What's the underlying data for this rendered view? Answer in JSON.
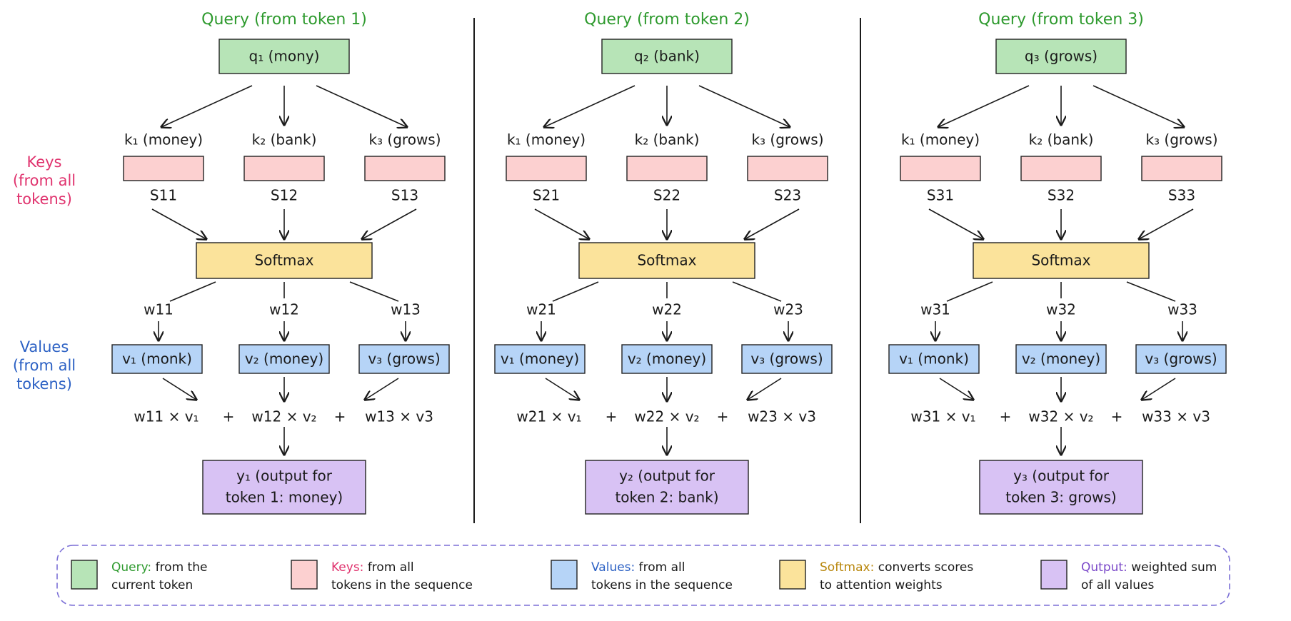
{
  "colors": {
    "query": "#b7e4b7",
    "key": "#fcd0d0",
    "softmax": "#fbe39b",
    "value": "#b6d4f7",
    "output": "#d8c2f4",
    "query_text": "#2e9a2e",
    "key_text": "#e0336e",
    "value_text": "#2c61c4",
    "softmax_text": "#b8860b",
    "output_text": "#7b49c9",
    "legend_border": "#7b6fd6"
  },
  "side_labels": {
    "keys": [
      "Keys",
      "(from all",
      "tokens)"
    ],
    "values": [
      "Values",
      "(from all",
      "tokens)"
    ]
  },
  "panels": [
    {
      "title": "Query (from token 1)",
      "query": "q₁ (mony)",
      "keys": [
        "k₁ (money)",
        "k₂ (bank)",
        "k₃ (grows)"
      ],
      "scores": [
        "S11",
        "S12",
        "S13"
      ],
      "softmax": "Softmax",
      "weights": [
        "w11",
        "w12",
        "w13"
      ],
      "values": [
        "v₁ (monk)",
        "v₂ (money)",
        "v₃ (grows)"
      ],
      "sum_terms": [
        "w11  ×  v₁",
        "+",
        "w12 × v₂",
        "+",
        "w13  ×  v3"
      ],
      "output": [
        "y₁ (output for",
        "token 1: money)"
      ]
    },
    {
      "title": "Query (from token 2)",
      "query": "q₂ (bank)",
      "keys": [
        "k₁ (money)",
        "k₂ (bank)",
        "k₃ (grows)"
      ],
      "scores": [
        "S21",
        "S22",
        "S23"
      ],
      "softmax": "Softmax",
      "weights": [
        "w21",
        "w22",
        "w23"
      ],
      "values": [
        "v₁ (money)",
        "v₂ (money)",
        "v₃ (grows)"
      ],
      "sum_terms": [
        "w21  ×  v₁",
        "+",
        "w22 × v₂",
        "+",
        "w23  ×  v3"
      ],
      "output": [
        "y₂ (output for",
        "token 2: bank)"
      ]
    },
    {
      "title": "Query (from token 3)",
      "query": "q₃ (grows)",
      "keys": [
        "k₁ (money)",
        "k₂ (bank)",
        "k₃ (grows)"
      ],
      "scores": [
        "S31",
        "S32",
        "S33"
      ],
      "softmax": "Softmax",
      "weights": [
        "w31",
        "w32",
        "w33"
      ],
      "values": [
        "v₁ (monk)",
        "v₂ (money)",
        "v₃ (grows)"
      ],
      "sum_terms": [
        "w31  ×  v₁",
        "+",
        "w32 × v₂",
        "+",
        "w33  ×  v3"
      ],
      "output": [
        "y₃ (output for",
        "token 3: grows)"
      ]
    }
  ],
  "legend": [
    {
      "name": "Query:",
      "desc": [
        "from the",
        "current token"
      ],
      "color_key": "query",
      "text_key": "query_text"
    },
    {
      "name": "Keys:",
      "desc": [
        "from all",
        "tokens in the sequence"
      ],
      "color_key": "key",
      "text_key": "key_text"
    },
    {
      "name": "Values:",
      "desc": [
        "from all",
        "tokens in the sequence"
      ],
      "color_key": "value",
      "text_key": "value_text"
    },
    {
      "name": "Softmax:",
      "desc": [
        "converts scores",
        "to attention weights"
      ],
      "color_key": "softmax",
      "text_key": "softmax_text"
    },
    {
      "name": "Qutput:",
      "desc": [
        "weighted sum",
        "of all values"
      ],
      "color_key": "output",
      "text_key": "output_text"
    }
  ]
}
